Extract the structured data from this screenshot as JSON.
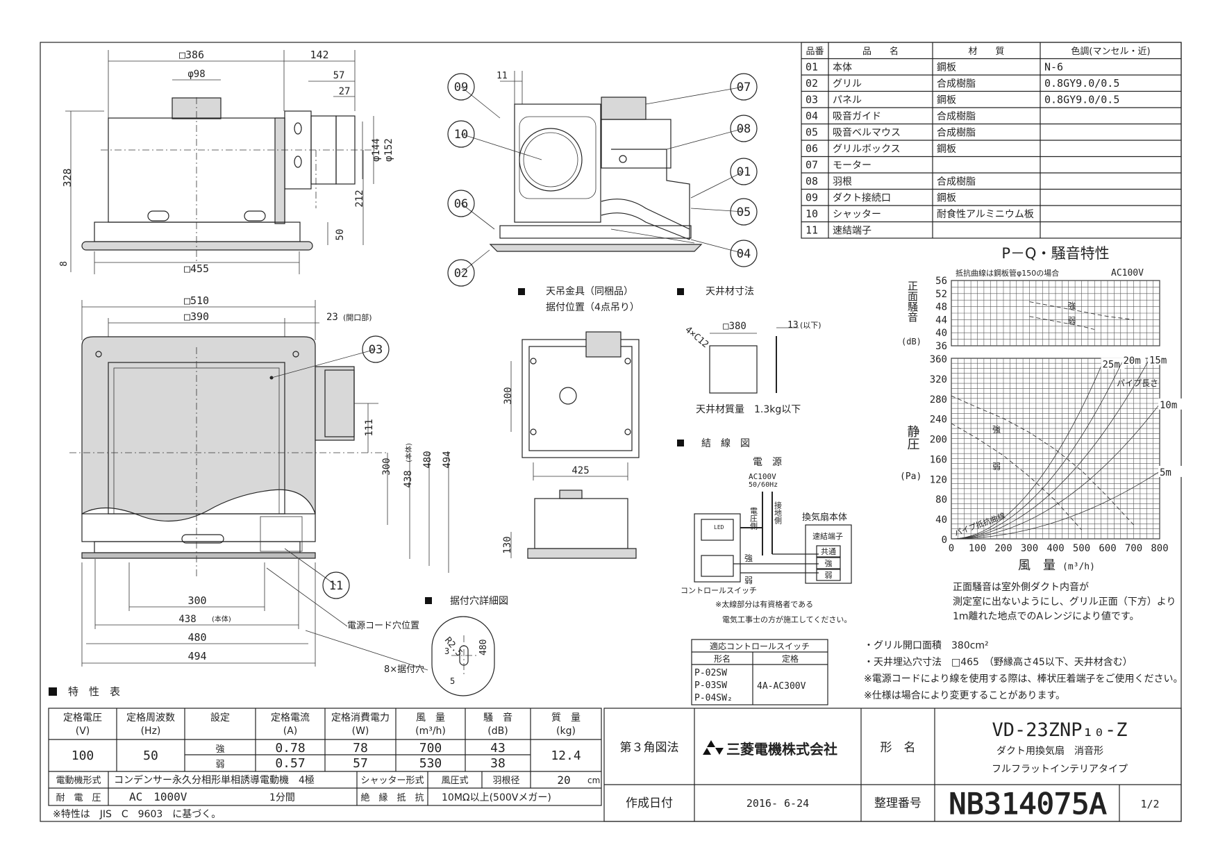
{
  "parts": {
    "headers": [
      "品番",
      "品　　名",
      "材　　質",
      "色調(マンセル・近)"
    ],
    "rows": [
      [
        "01",
        "本体",
        "鋼板",
        "N-6"
      ],
      [
        "02",
        "グリル",
        "合成樹脂",
        "0.8GY9.0/0.5"
      ],
      [
        "03",
        "パネル",
        "鋼板",
        "0.8GY9.0/0.5"
      ],
      [
        "04",
        "吸音ガイド",
        "合成樹脂",
        ""
      ],
      [
        "05",
        "吸音ベルマウス",
        "合成樹脂",
        ""
      ],
      [
        "06",
        "グリルボックス",
        "鋼板",
        ""
      ],
      [
        "07",
        "モーター",
        "",
        ""
      ],
      [
        "08",
        "羽根",
        "合成樹脂",
        ""
      ],
      [
        "09",
        "ダクト接続口",
        "鋼板",
        ""
      ],
      [
        "10",
        "シャッター",
        "耐食性アルミニウム板",
        ""
      ],
      [
        "11",
        "速結端子",
        "",
        ""
      ]
    ]
  },
  "dims": {
    "top": {
      "d386": "□386",
      "d142": "142",
      "d98": "φ98",
      "d57": "57",
      "d27": "27",
      "d328": "328",
      "d144": "φ144",
      "d152": "φ152",
      "d212": "212",
      "d50": "50",
      "d8": "8",
      "d455": "□455"
    },
    "front": {
      "d510": "□510",
      "d390": "□390",
      "d23": "23",
      "d23note": "(開口部)",
      "d111": "111",
      "d300v": "300",
      "d438v": "438",
      "d438vnote": "(本体)",
      "d480v": "480",
      "d494v": "494",
      "d300": "300",
      "d438": "438",
      "d438note": "(本体)",
      "d480": "480",
      "d494": "494",
      "cord": "電源コード穴位置",
      "holes": "8×据付穴"
    },
    "section": {
      "d11": "11"
    },
    "hanger": {
      "d300": "300",
      "d425": "425",
      "d130": "130"
    },
    "ceiling": {
      "d4xc12": "4×C12",
      "d380": "□380",
      "d13": "13",
      "d13note": "(以下)",
      "weight": "天井材質量　1.3kg以下"
    },
    "holedetail": {
      "r25": "R2.5",
      "d480": "480",
      "d3": "3",
      "d5": "5"
    }
  },
  "callouts": [
    "01",
    "02",
    "03",
    "04",
    "05",
    "06",
    "07",
    "08",
    "09",
    "10",
    "11"
  ],
  "sections": {
    "hanger_title1": "天吊金具（同梱品）",
    "hanger_title2": "据付位置（4点吊り）",
    "ceiling_title": "天井材寸法",
    "wiring_title": "結　線　図",
    "holedetail_title": "据付穴詳細図",
    "spec_title": "特　性　表"
  },
  "wiring": {
    "power": "電　源",
    "ac": "AC100V",
    "hz": "50/60Hz",
    "pressure_side": "電圧側",
    "ground_side": "接地側",
    "fan_body": "換気扇本体",
    "terminal": "速結端子",
    "common": "共通",
    "strong": "強",
    "weak": "弱",
    "switch": "コントロールスイッチ",
    "led": "LED",
    "note1": "※太線部分は有資格者である",
    "note2": "電気工事士の方が施工してください。"
  },
  "switch_table": {
    "title": "適応コントロールスイッチ",
    "headers": [
      "形名",
      "定格"
    ],
    "models": [
      "P-02SW",
      "P-03SW",
      "P-04SW₂"
    ],
    "rating": "4A-AC300V"
  },
  "chart_data": {
    "type": "line",
    "title": "P－Q・騒音特性",
    "note": "抵抗曲線は鋼板管φ150の場合",
    "voltage": "AC100V",
    "noise": {
      "ylabel": "正面騒音",
      "yunit": "(dB)",
      "ylim": [
        36,
        56
      ],
      "yticks": [
        56,
        52,
        48,
        44,
        40,
        36
      ],
      "series": [
        {
          "name": "強",
          "x": [
            300,
            400,
            500,
            600,
            700
          ],
          "y": [
            49.5,
            48,
            46.5,
            45,
            44
          ]
        },
        {
          "name": "弱",
          "x": [
            300,
            400,
            500,
            550
          ],
          "y": [
            45,
            43.5,
            42,
            41
          ]
        }
      ]
    },
    "pq": {
      "ylabel": "静圧",
      "yunit": "(Pa)",
      "ylim": [
        0,
        360
      ],
      "yticks": [
        360,
        320,
        280,
        240,
        200,
        160,
        120,
        80,
        40,
        0
      ],
      "xlabel": "風　量",
      "xunit": "(m³/h)",
      "xlim": [
        0,
        800
      ],
      "xticks": [
        0,
        100,
        200,
        300,
        400,
        500,
        600,
        700,
        800
      ],
      "series": [
        {
          "name": "強",
          "x": [
            0,
            100,
            200,
            300,
            400,
            500,
            600,
            700
          ],
          "y": [
            285,
            262,
            240,
            212,
            178,
            136,
            84,
            28
          ]
        },
        {
          "name": "弱",
          "x": [
            0,
            100,
            200,
            300,
            400,
            500
          ],
          "y": [
            230,
            200,
            166,
            124,
            76,
            18
          ]
        }
      ],
      "resistance_title": "パイプ長さ",
      "resistance_label": "パイプ抵抗曲線",
      "resistance": [
        {
          "name": "25m",
          "k": 0.00104
        },
        {
          "name": "20m",
          "k": 0.00082
        },
        {
          "name": "15m",
          "k": 0.00062
        },
        {
          "name": "10m",
          "k": 0.00042
        },
        {
          "name": "5m",
          "k": 0.00021
        }
      ]
    }
  },
  "notes": {
    "noise1": "正面騒音は室外側ダクト内音が",
    "noise2": "測定室に出ないようにし、グリル正面（下方）より",
    "noise3": "1m離れた地点でのAレンジにより値です。",
    "grille": "・グリル開口面積　380cm²",
    "ceilinghole": "・天井埋込穴寸法　□465　（野縁高さ45以下、天井材含む）",
    "cord": "※電源コードにより線を使用する際は、棒状圧着端子をご使用ください。",
    "change": "※仕様は場合により変更することがあります。"
  },
  "spec": {
    "headers": [
      "定格電圧\n(V)",
      "定格周波数\n(Hz)",
      "設定",
      "定格電流\n(A)",
      "定格消費電力\n(W)",
      "風　量\n(m³/h)",
      "騒　音\n(dB)",
      "質　量\n(kg)"
    ],
    "voltage": "100",
    "freq": "50",
    "mass": "12.4",
    "rows": [
      [
        "強",
        "0.78",
        "78",
        "700",
        "43"
      ],
      [
        "弱",
        "0.57",
        "57",
        "530",
        "38"
      ]
    ],
    "motor_label": "電動機形式",
    "motor_value": "コンデンサー永久分相形単相誘導電動機　4極",
    "shutter_label": "シャッター形式",
    "shutter_value": "風圧式",
    "blade_label": "羽根径",
    "blade_value": "20",
    "blade_unit": "cm",
    "withstand_label": "耐　電　圧",
    "withstand_value": "AC　1000V",
    "withstand_time": "1分間",
    "insulation_label": "絶　縁　抵　抗",
    "insulation_value": "10MΩ以上(500Vメガー)",
    "footnote": "※特性は　JIS　C　9603　に基づく。"
  },
  "titleblock": {
    "projection": "第３角図法",
    "company": "三菱電機株式会社",
    "model_label": "形　名",
    "model": "VD-23ZNP₁₀-Z",
    "desc1": "ダクト用換気扇　消音形",
    "desc2": "フルフラットインテリアタイプ",
    "date_label": "作成日付",
    "date": "2016- 6-24",
    "number_label": "整理番号",
    "number": "NB314075A",
    "sheet": "1/2"
  }
}
